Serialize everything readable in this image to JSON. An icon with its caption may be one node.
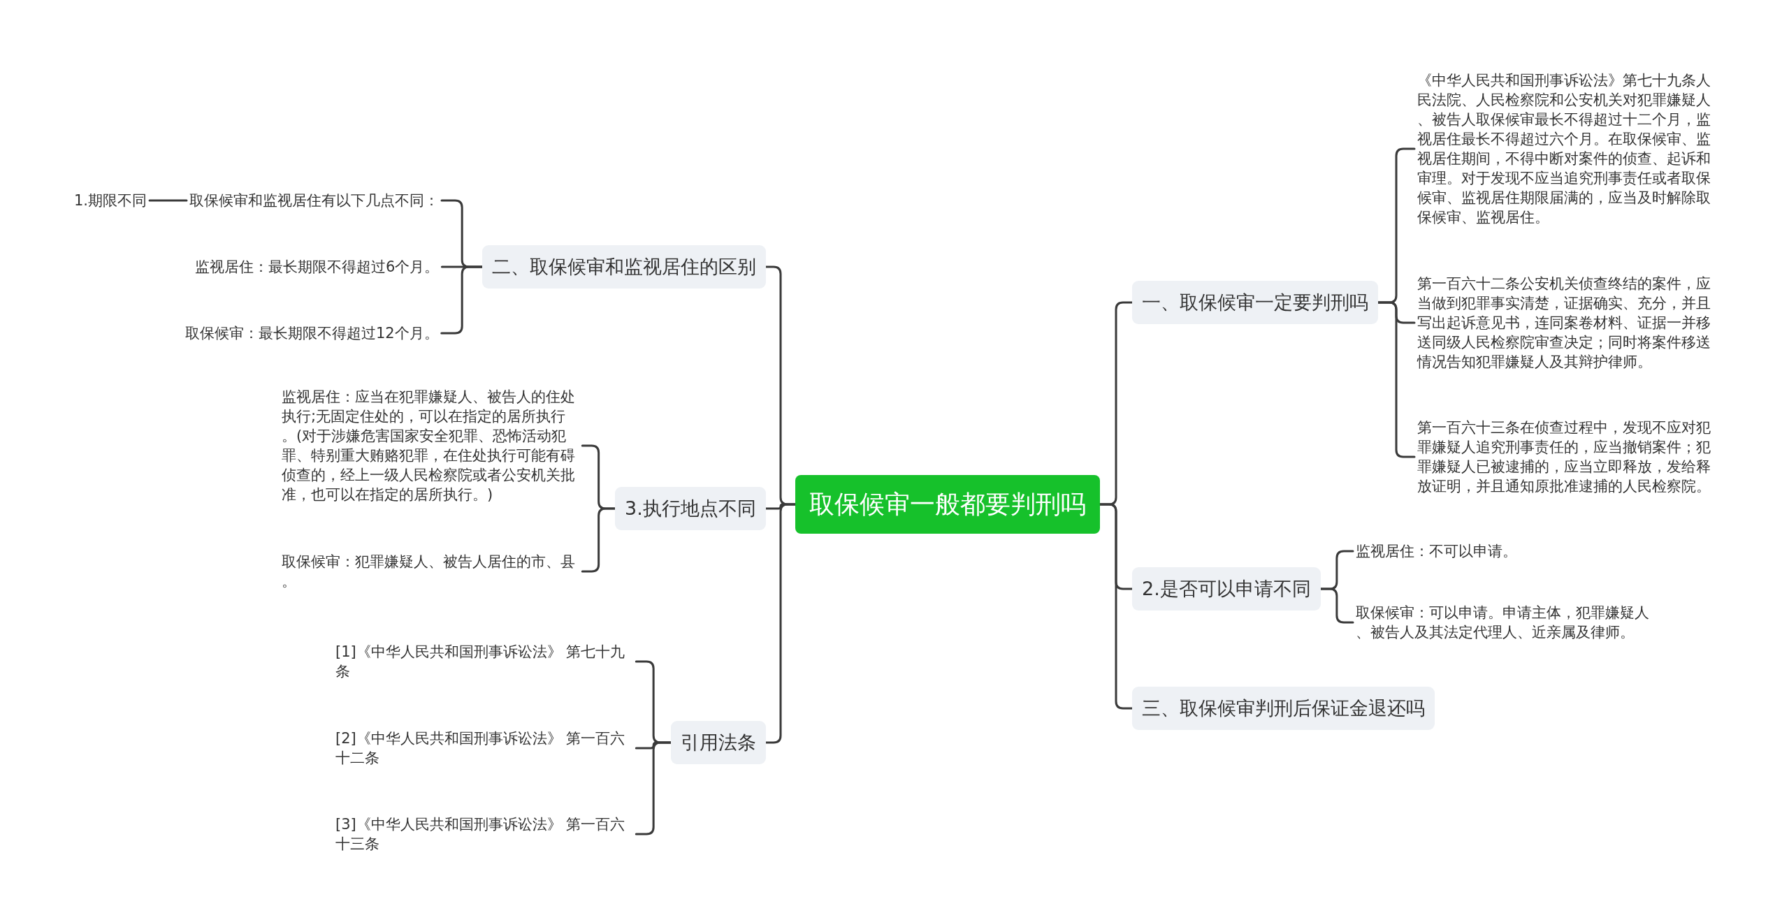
{
  "diagram": {
    "nodes": [
      {
        "text": [
          "取保候审一般都要判刑吗"
        ]
      },
      {
        "text": [
          "二、取保候审和监视居住的区别"
        ]
      },
      {
        "text": [
          "取保候审和监视居住有以下几点不同："
        ]
      },
      {
        "text": [
          "1.期限不同"
        ]
      },
      {
        "text": [
          "监视居住：最长期限不得超过6个月。"
        ]
      },
      {
        "text": [
          "取保候审：最长期限不得超过12个月。"
        ]
      },
      {
        "text": [
          "3.执行地点不同"
        ]
      },
      {
        "text": [
          "监视居住：应当在犯罪嫌疑人、被告人的住处执行;无固定住处的，可以在指定的居所执行。(对于涉嫌危害国家安全犯罪、恐怖活动犯罪、特别重大贿赂犯罪，在住处执行可能有碍侦查的，经上一级人民检察院或者公安机关批准，也可以在指定的居所执行。)"
        ]
      },
      {
        "text": [
          "取保候审：犯罪嫌疑人、被告人居住的市、县。"
        ]
      },
      {
        "text": [
          "引用法条"
        ]
      },
      {
        "text": [
          "[1]《中华人民共和国刑事诉讼法》 第七十九条"
        ]
      },
      {
        "text": [
          "[2]《中华人民共和国刑事诉讼法》 第一百六十二条"
        ]
      },
      {
        "text": [
          "[3]《中华人民共和国刑事诉讼法》 第一百六十三条"
        ]
      },
      {
        "text": [
          "一、取保候审一定要判刑吗"
        ]
      },
      {
        "text": [
          "《中华人民共和国刑事诉讼法》第七十九条人民法院、人民检察院和公安机关对犯罪嫌疑人、被告人取保候审最长不得超过十二个月，监视居住最长不得超过六个月。在取保候审、监视居住期间，不得中断对案件的侦查、起诉和审理。对于发现不应当追究刑事责任或者取保候审、监视居住期限届满的，应当及时解除取保候审、监视居住。"
        ]
      },
      {
        "text": [
          "第一百六十二条公安机关侦查终结的案件，应当做到犯罪事实清楚，证据确实、充分，并且写出起诉意见书，连同案卷材料、证据一并移送同级人民检察院审查决定；同时将案件移送情况告知犯罪嫌疑人及其辩护律师。"
        ]
      },
      {
        "text": [
          "第一百六十三条在侦查过程中，发现不应对犯罪嫌疑人追究刑事责任的，应当撤销案件；犯罪嫌疑人已被逮捕的，应当立即释放，发给释放证明，并且通知原批准逮捕的人民检察院。"
        ]
      },
      {
        "text": [
          "2.是否可以申请不同"
        ]
      },
      {
        "text": [
          "监视居住：不可以申请。"
        ]
      },
      {
        "text": [
          "取保候审：可以申请。申请主体，犯罪嫌疑人、被告人及其法定代理人、近亲属及律师。"
        ]
      },
      {
        "text": [
          "三、取保候审判刑后保证金退还吗"
        ]
      }
    ],
    "edges": [
      {
        "from": 0,
        "to": 1,
        "arrow": "none"
      },
      {
        "from": 1,
        "to": 2,
        "arrow": "none"
      },
      {
        "from": 2,
        "to": 3,
        "arrow": "none"
      },
      {
        "from": 1,
        "to": 4,
        "arrow": "none"
      },
      {
        "from": 1,
        "to": 5,
        "arrow": "none"
      },
      {
        "from": 0,
        "to": 6,
        "arrow": "none"
      },
      {
        "from": 6,
        "to": 7,
        "arrow": "none"
      },
      {
        "from": 6,
        "to": 8,
        "arrow": "none"
      },
      {
        "from": 0,
        "to": 9,
        "arrow": "none"
      },
      {
        "from": 9,
        "to": 10,
        "arrow": "none"
      },
      {
        "from": 9,
        "to": 11,
        "arrow": "none"
      },
      {
        "from": 9,
        "to": 12,
        "arrow": "none"
      },
      {
        "from": 0,
        "to": 13,
        "arrow": "none"
      },
      {
        "from": 13,
        "to": 14,
        "arrow": "none"
      },
      {
        "from": 13,
        "to": 15,
        "arrow": "none"
      },
      {
        "from": 13,
        "to": 16,
        "arrow": "none"
      },
      {
        "from": 0,
        "to": 17,
        "arrow": "none"
      },
      {
        "from": 17,
        "to": 18,
        "arrow": "none"
      },
      {
        "from": 17,
        "to": 19,
        "arrow": "none"
      },
      {
        "from": 0,
        "to": 20,
        "arrow": "none"
      }
    ]
  }
}
